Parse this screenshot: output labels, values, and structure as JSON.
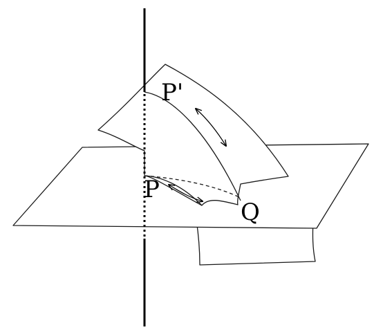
{
  "diagram": {
    "labels": {
      "p_prime": "P'",
      "p": "P",
      "q": "Q"
    }
  }
}
